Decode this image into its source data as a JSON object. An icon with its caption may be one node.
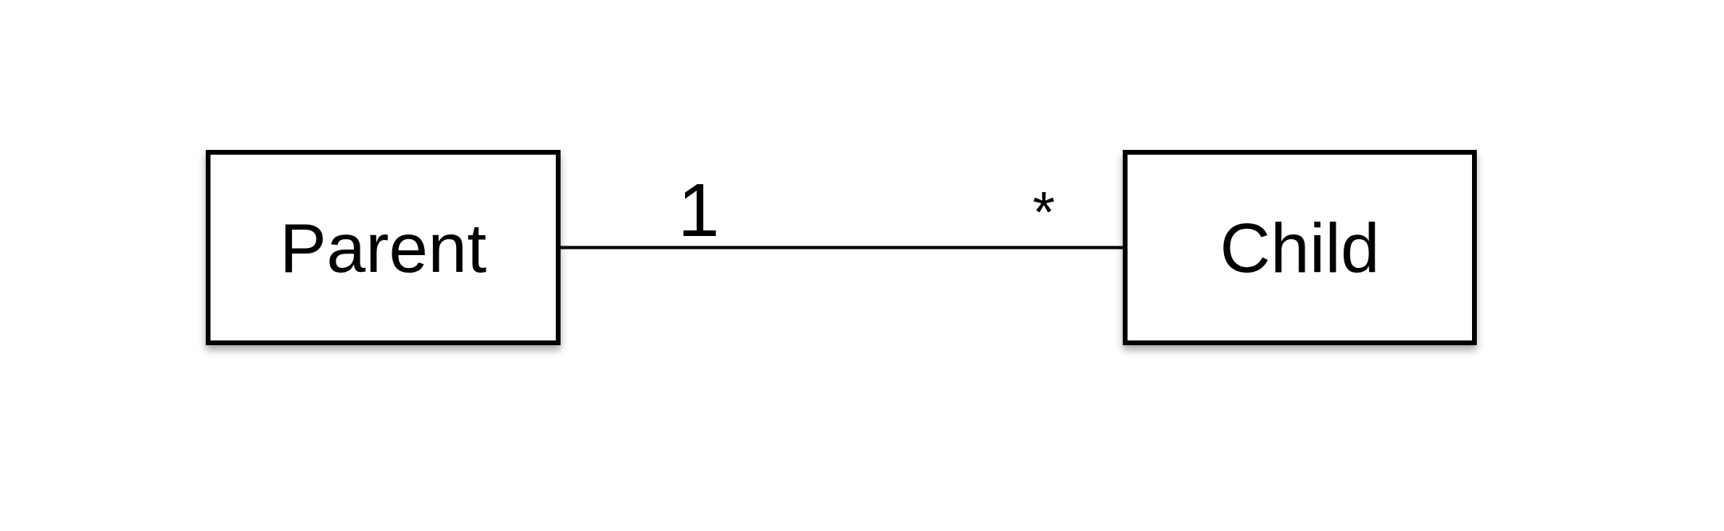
{
  "diagram": {
    "nodes": [
      {
        "text": [
          "Parent"
        ]
      },
      {
        "text": [
          "Child"
        ]
      }
    ],
    "edges": [
      {
        "from": 0,
        "to": 1,
        "arrow": "none"
      }
    ],
    "labels": [
      "1",
      "*"
    ]
  }
}
